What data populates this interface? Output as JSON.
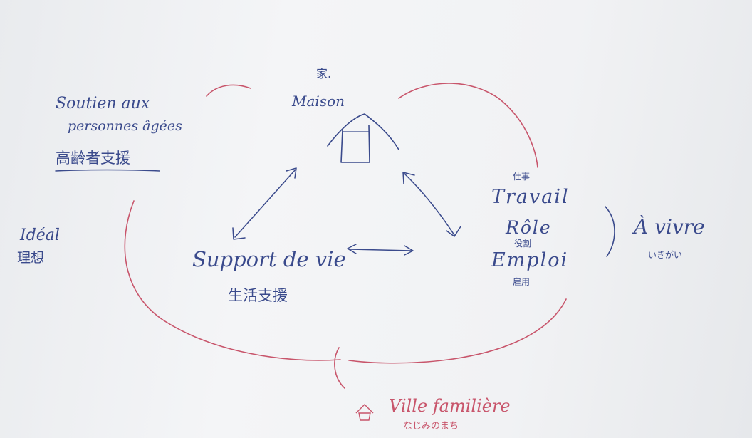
{
  "left_block": {
    "title_line1": "Soutien aux",
    "title_line2": "personnes âgées",
    "title_jp": "高齢者支援",
    "ideal": "Idéal",
    "ideal_jp": "理想"
  },
  "top_node": {
    "label_jp": "家.",
    "label": "Maison"
  },
  "left_node": {
    "label": "Support de vie",
    "label_jp": "生活支援"
  },
  "right_node": {
    "travail_jp": "仕事",
    "travail": "Travail",
    "role": "Rôle",
    "role_jp": "役割",
    "emploi": "Emploi",
    "emploi_jp": "雇用"
  },
  "far_right": {
    "label": "À vivre",
    "label_jp": "いきがい"
  },
  "bottom": {
    "label": "Ville familière",
    "label_jp": "なじみのまち"
  },
  "colors": {
    "blue_ink": "#3a4a8c",
    "red_ink": "#c8556b"
  }
}
